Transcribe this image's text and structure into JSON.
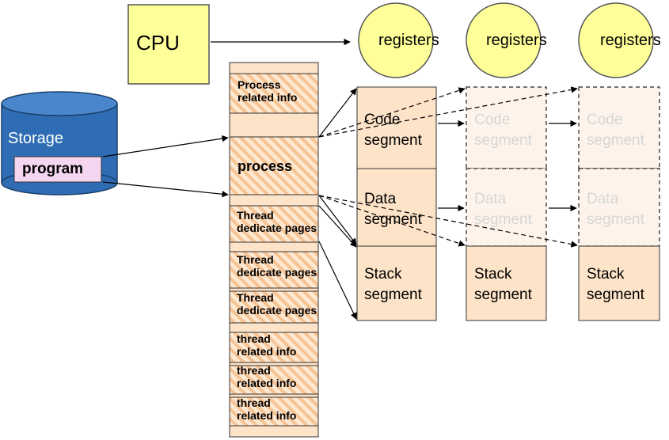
{
  "cpu": {
    "label": "CPU"
  },
  "storage": {
    "label": "Storage",
    "program": "program"
  },
  "registers": {
    "label": "registers"
  },
  "process_column": {
    "process_related_info": "Process related info",
    "process": "process",
    "thread_dedicate_pages": "Thread dedicate pages",
    "thread_related_info": "thread related info"
  },
  "segments": {
    "code": "Code segment",
    "data": "Data segment",
    "stack": "Stack segment"
  },
  "colors": {
    "cpu_fill": "#ffff99",
    "register_fill": "#ffff99",
    "storage_fill": "#2e6db4",
    "program_fill": "#f5d6f0",
    "segment_fill": "#fde3c8",
    "stripe_fill": "#f7c393"
  }
}
